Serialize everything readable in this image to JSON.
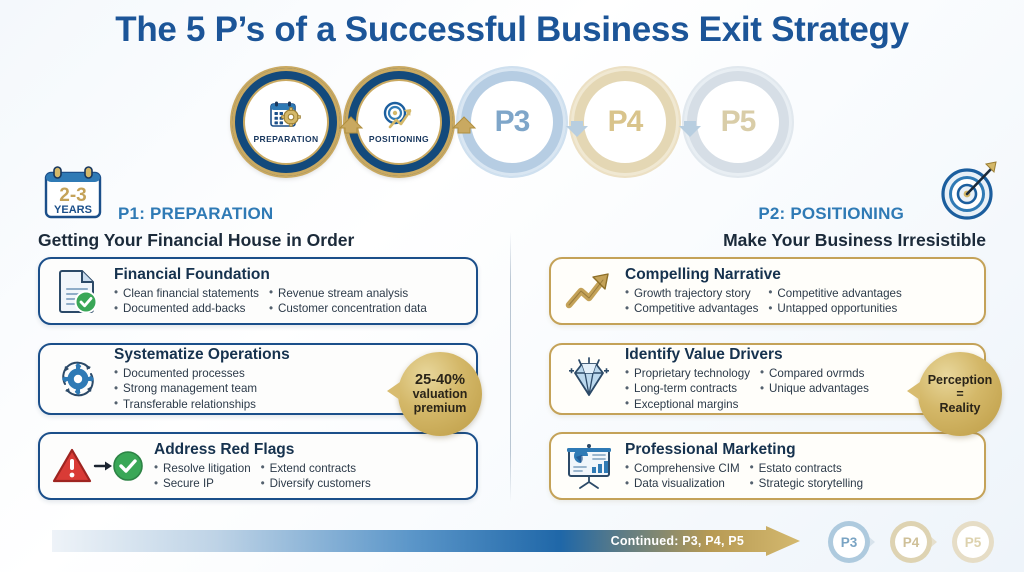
{
  "title": "The 5 P’s of a Successful Business Exit Strategy",
  "colors": {
    "navy": "#134a7c",
    "title_blue": "#1c5598",
    "gold": "#c9a961",
    "card_blue_border": "#1b4f8a",
    "card_gold_border": "#c4a258",
    "accent_green": "#3aa757",
    "accent_red": "#d93b36"
  },
  "rings": [
    {
      "label": "PREPARATION",
      "num": "",
      "state": "active",
      "icon": "calendar-gear-icon"
    },
    {
      "label": "POSITIONING",
      "num": "",
      "state": "active",
      "icon": "target-growth-icon"
    },
    {
      "label": "",
      "num": "P3",
      "state": "dim-blue",
      "icon": ""
    },
    {
      "label": "",
      "num": "P4",
      "state": "dim-gold",
      "icon": ""
    },
    {
      "label": "",
      "num": "P5",
      "state": "dim-gray",
      "icon": ""
    }
  ],
  "left": {
    "timeline_badge": {
      "value": "2-3",
      "unit": "YEARS"
    },
    "kicker": "P1: PREPARATION",
    "subtitle": "Getting Your Financial House in Order",
    "cards": [
      {
        "title": "Financial Foundation",
        "icon": "document-check-icon",
        "col1": [
          "Clean financial statements",
          "Documented add-backs"
        ],
        "col2": [
          "Revenue stream analysis",
          "Customer concentration data"
        ]
      },
      {
        "title": "Systematize Operations",
        "icon": "gear-cycle-icon",
        "col1": [
          "Documented processes",
          "Strong management team",
          "Transferable relationships"
        ],
        "col2": []
      },
      {
        "title": "Address Red Flags",
        "icon": "warning-to-check-icon",
        "col1": [
          "Resolve litigation",
          "Secure IP"
        ],
        "col2": [
          "Extend contracts",
          "Diversify customers"
        ]
      }
    ],
    "badge": {
      "line1": "25-40%",
      "line2": "valuation",
      "line3": "premium"
    }
  },
  "right": {
    "kicker": "P2: POSITIONING",
    "subtitle": "Make Your Business Irresistible",
    "icon": "target-arrow-icon",
    "cards": [
      {
        "title": "Compelling Narrative",
        "icon": "growth-arrow-icon",
        "col1": [
          "Growth trajectory story",
          "Competitive advantages"
        ],
        "col2": [
          "Competitive advantages",
          "Untapped opportunities"
        ]
      },
      {
        "title": "Identify Value Drivers",
        "icon": "diamond-icon",
        "col1": [
          "Proprietary technology",
          "Long-term contracts",
          "Exceptional margins"
        ],
        "col2": [
          "Compared ovrmds",
          "Unique advantages"
        ]
      },
      {
        "title": "Professional Marketing",
        "icon": "presentation-chart-icon",
        "col1": [
          "Comprehensive CIM",
          "Data visualization"
        ],
        "col2": [
          "Estato contracts",
          "Strategic storytelling"
        ]
      }
    ],
    "badge": {
      "line1": "Perception",
      "line2": "=",
      "line3": "Reality"
    }
  },
  "footer": {
    "label": "Continued: P3, P4, P5",
    "mini_rings": [
      "P3",
      "P4",
      "P5"
    ]
  }
}
